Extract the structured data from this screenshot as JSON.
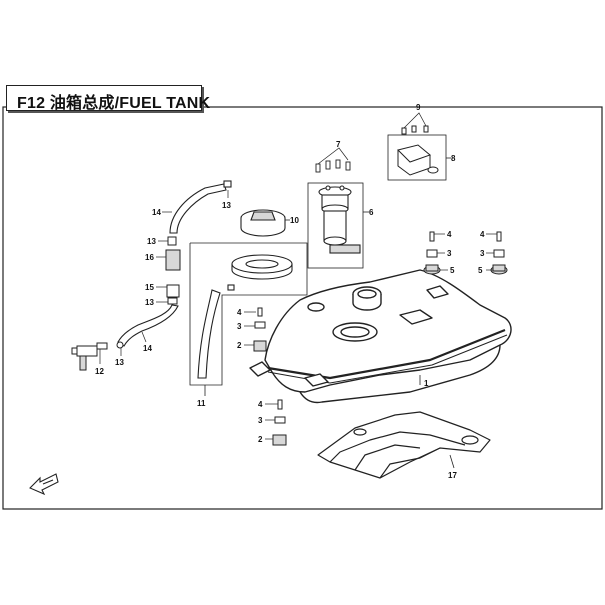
{
  "title": "F12 油箱总成/FUEL TANK",
  "callouts": {
    "c1": "1",
    "c2a": "2",
    "c2b": "2",
    "c3a": "3",
    "c3b": "3",
    "c3c": "3",
    "c3d": "3",
    "c4a": "4",
    "c4b": "4",
    "c4c": "4",
    "c4d": "4",
    "c5a": "5",
    "c5b": "5",
    "c6": "6",
    "c7": "7",
    "c8": "8",
    "c9": "9",
    "c10": "10",
    "c11": "11",
    "c12": "12",
    "c13a": "13",
    "c13b": "13",
    "c13c": "13",
    "c13d": "13",
    "c14a": "14",
    "c14b": "14",
    "c15": "15",
    "c16": "16",
    "c17": "17"
  },
  "colors": {
    "line": "#222222",
    "fill": "#ffffff",
    "shade": "#d8d8d8"
  },
  "icons": {
    "direction": "front-direction-arrow-icon"
  }
}
